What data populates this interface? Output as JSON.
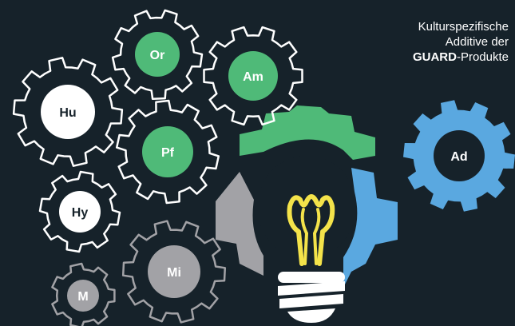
{
  "caption": {
    "line1": "Kulturspezifische",
    "line2": "Additive der",
    "brand": "GUARD",
    "suffix": "-Produkte"
  },
  "gears": {
    "or": {
      "label": "Or",
      "color": "#4fba78"
    },
    "am": {
      "label": "Am",
      "color": "#4fba78"
    },
    "pf": {
      "label": "Pf",
      "color": "#4fba78"
    },
    "hu": {
      "label": "Hu",
      "color": "#ffffff"
    },
    "hy": {
      "label": "Hy",
      "color": "#ffffff"
    },
    "mi": {
      "label": "Mi",
      "color": "#a2a2a6"
    },
    "m": {
      "label": "M",
      "color": "#a2a2a6"
    },
    "ad": {
      "label": "Ad",
      "color": "#5aa8e0"
    }
  },
  "colors": {
    "background": "#16222a",
    "green": "#4fba78",
    "blue": "#5aa8e0",
    "grey": "#a2a2a6",
    "white": "#ffffff",
    "bulb_yellow": "#f4e34a"
  }
}
